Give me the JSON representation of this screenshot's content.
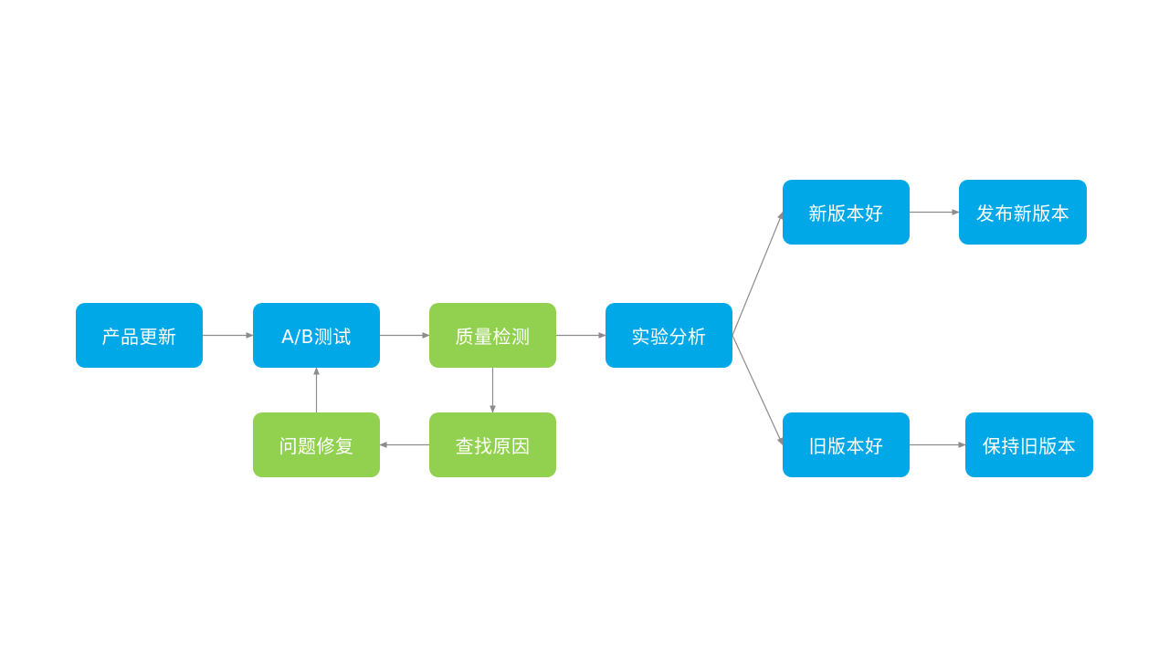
{
  "colors": {
    "primary_node": "#00a8e8",
    "secondary_node": "#92d14f",
    "edge": "#8c8c8c",
    "background": "#ffffff"
  },
  "nodes": {
    "product_update": {
      "label": "产品更新",
      "tone": "primary_node"
    },
    "ab_test": {
      "label": "A/B测试",
      "tone": "primary_node"
    },
    "quality_check": {
      "label": "质量检测",
      "tone": "secondary_node"
    },
    "experiment_analysis": {
      "label": "实验分析",
      "tone": "primary_node"
    },
    "bug_fix": {
      "label": "问题修复",
      "tone": "secondary_node"
    },
    "find_cause": {
      "label": "查找原因",
      "tone": "secondary_node"
    },
    "new_version_better": {
      "label": "新版本好",
      "tone": "primary_node"
    },
    "release_new_version": {
      "label": "发布新版本",
      "tone": "primary_node"
    },
    "old_version_better": {
      "label": "旧版本好",
      "tone": "primary_node"
    },
    "keep_old_version": {
      "label": "保持旧版本",
      "tone": "primary_node"
    }
  },
  "edges": [
    {
      "from": "product_update",
      "to": "ab_test"
    },
    {
      "from": "ab_test",
      "to": "quality_check"
    },
    {
      "from": "quality_check",
      "to": "experiment_analysis"
    },
    {
      "from": "quality_check",
      "to": "find_cause"
    },
    {
      "from": "find_cause",
      "to": "bug_fix"
    },
    {
      "from": "bug_fix",
      "to": "ab_test"
    },
    {
      "from": "experiment_analysis",
      "to": "new_version_better"
    },
    {
      "from": "experiment_analysis",
      "to": "old_version_better"
    },
    {
      "from": "new_version_better",
      "to": "release_new_version"
    },
    {
      "from": "old_version_better",
      "to": "keep_old_version"
    }
  ]
}
